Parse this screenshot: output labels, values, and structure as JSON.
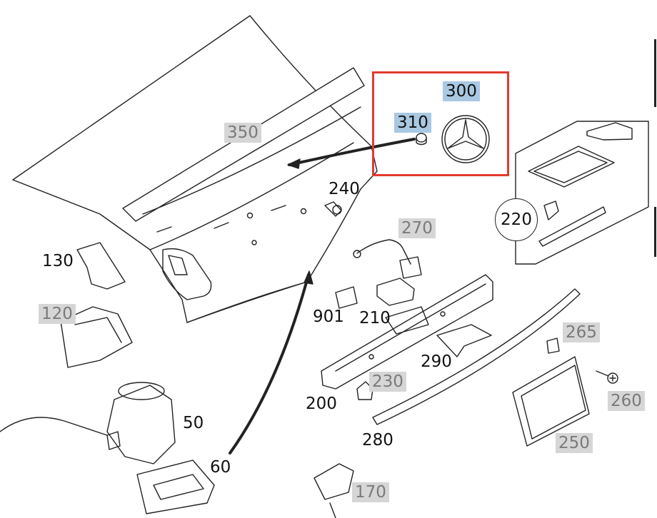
{
  "diagram": {
    "highlight_color": "#e23b2e",
    "badge_colors": {
      "grey": "#d6d6d6",
      "blue": "#a9c8e2"
    },
    "labels": [
      {
        "id": "350",
        "style": "grey"
      },
      {
        "id": "300",
        "style": "blue"
      },
      {
        "id": "310",
        "style": "blue"
      },
      {
        "id": "240",
        "style": "plain"
      },
      {
        "id": "220",
        "style": "circled"
      },
      {
        "id": "270",
        "style": "grey"
      },
      {
        "id": "130",
        "style": "plain"
      },
      {
        "id": "120",
        "style": "grey"
      },
      {
        "id": "901",
        "style": "plain"
      },
      {
        "id": "210",
        "style": "plain"
      },
      {
        "id": "265",
        "style": "grey"
      },
      {
        "id": "290",
        "style": "plain"
      },
      {
        "id": "230",
        "style": "grey"
      },
      {
        "id": "260",
        "style": "grey"
      },
      {
        "id": "200",
        "style": "plain"
      },
      {
        "id": "50",
        "style": "plain"
      },
      {
        "id": "280",
        "style": "plain"
      },
      {
        "id": "250",
        "style": "grey"
      },
      {
        "id": "60",
        "style": "plain"
      },
      {
        "id": "170",
        "style": "grey"
      }
    ]
  }
}
